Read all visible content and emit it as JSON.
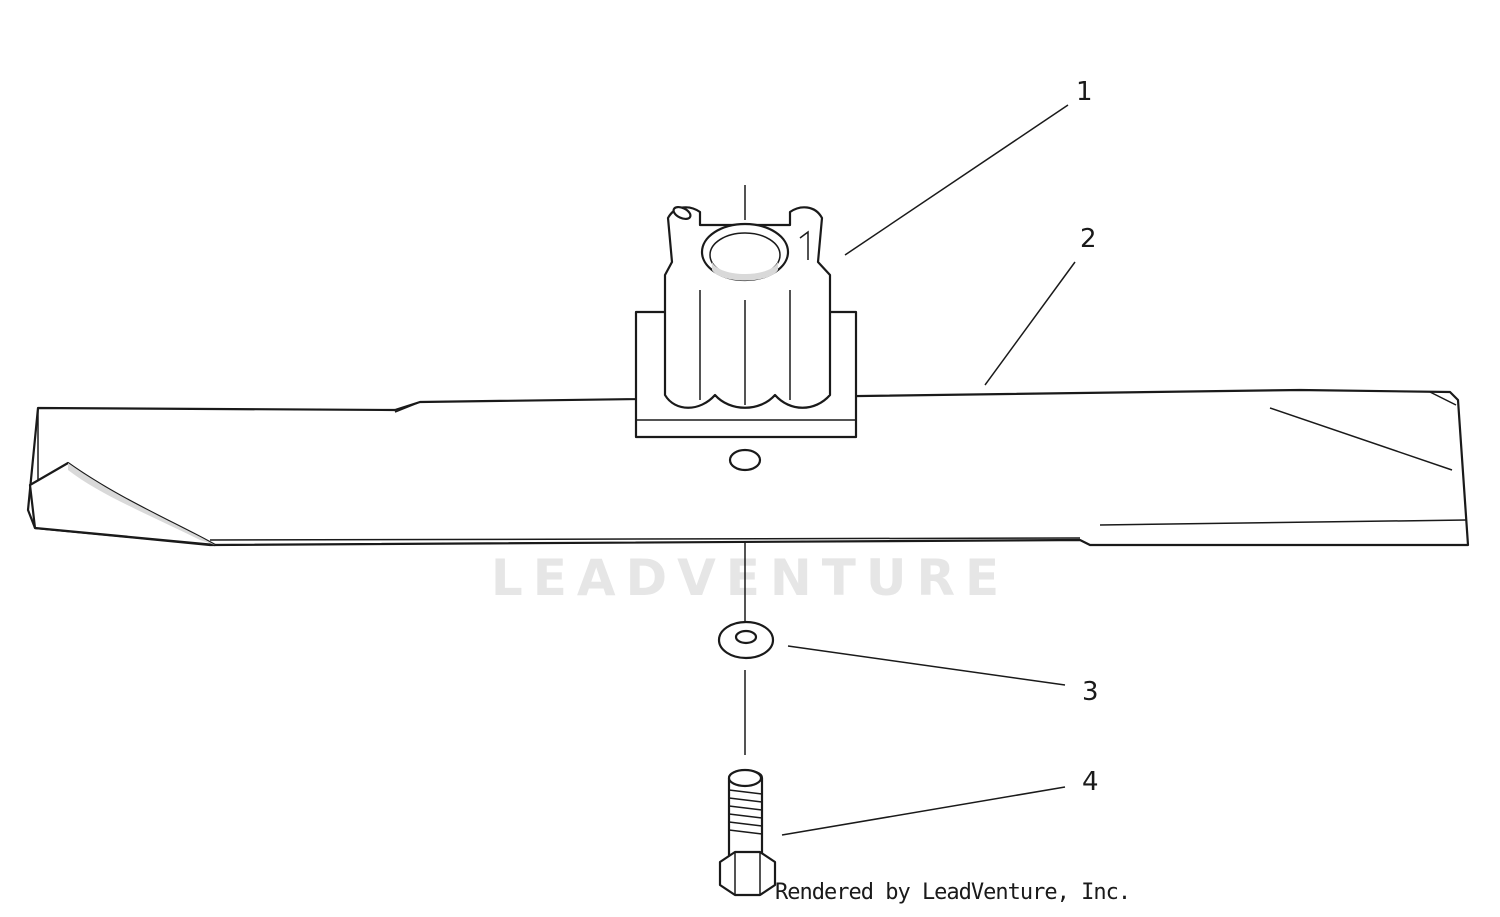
{
  "callouts": {
    "item1": "1",
    "item2": "2",
    "item3": "3",
    "item4": "4"
  },
  "watermark": {
    "brand": "LEADVENTURE"
  },
  "footer": {
    "credit": "Rendered by LeadVenture, Inc."
  }
}
